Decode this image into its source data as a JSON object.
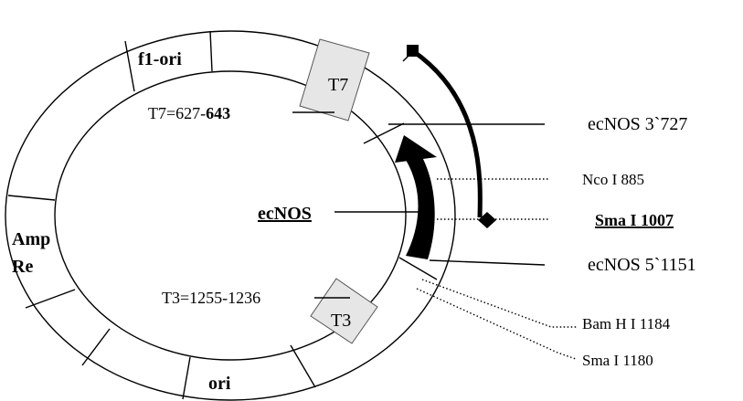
{
  "diagram": {
    "segments": {
      "f1_ori": "f1-ori",
      "amp_line1": "Amp",
      "amp_line2": "Re",
      "ori": "ori",
      "t7_box": "T7",
      "t3_box": "T3"
    },
    "inner_labels": {
      "t7_prefix": "T7=627-",
      "t7_end": "643",
      "t3": "T3=1255-1236",
      "ecnos": "ecNOS"
    },
    "sites": {
      "ecnos_3": "ecNOS 3`727",
      "nco": "Nco I 885",
      "sma_1007": "Sma I 1007",
      "ecnos_5": "ecNOS 5`1151",
      "bamh": "Bam H I 1184",
      "sma_1180": "Sma I 1180"
    }
  }
}
